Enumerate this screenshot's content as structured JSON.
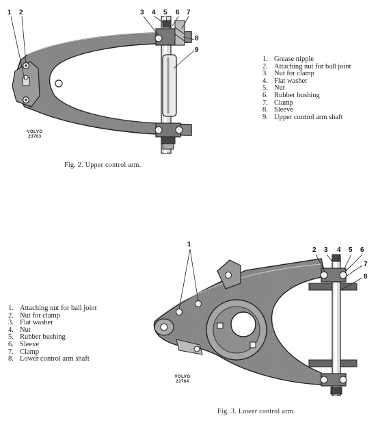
{
  "figure2": {
    "callouts": [
      "1",
      "2",
      "3",
      "4",
      "5",
      "6",
      "7",
      "8",
      "9"
    ],
    "legend": [
      {
        "num": "1.",
        "label": "Grease nipple"
      },
      {
        "num": "2.",
        "label": "Attaching nut for ball joint"
      },
      {
        "num": "3.",
        "label": "Nut for clamp"
      },
      {
        "num": "4.",
        "label": "Flat washer"
      },
      {
        "num": "5.",
        "label": "Nut"
      },
      {
        "num": "6.",
        "label": "Rubber bushing"
      },
      {
        "num": "7.",
        "label": "Clamp"
      },
      {
        "num": "8.",
        "label": "Sleeve"
      },
      {
        "num": "9.",
        "label": "Upper control arm shaft"
      }
    ],
    "caption": "Fig. 2.  Upper control arm.",
    "brand": "VOLVO",
    "code": "23763"
  },
  "figure3": {
    "callouts": [
      "1",
      "2",
      "3",
      "4",
      "5",
      "6",
      "7",
      "8"
    ],
    "legend": [
      {
        "num": "1.",
        "label": "Attaching nut for ball joint"
      },
      {
        "num": "2.",
        "label": "Nut for clamp"
      },
      {
        "num": "3.",
        "label": "Flat washer"
      },
      {
        "num": "4.",
        "label": "Nut"
      },
      {
        "num": "5.",
        "label": "Rubber bushing"
      },
      {
        "num": "6.",
        "label": "Sleeve"
      },
      {
        "num": "7.",
        "label": "Clamp"
      },
      {
        "num": "8.",
        "label": "Lower control arm shaft"
      }
    ],
    "caption": "Fig. 3.  Lower control arm.",
    "brand": "VOLVO",
    "code": "23764"
  }
}
